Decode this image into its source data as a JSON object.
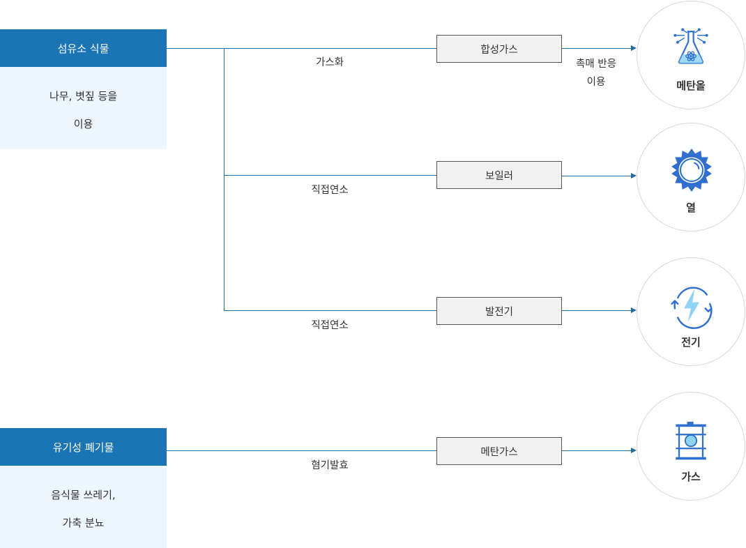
{
  "sources": [
    {
      "title": "섬유소 식물",
      "lines": [
        "나무, 볏짚 등을",
        "이용"
      ]
    },
    {
      "title": "유기성 폐기물",
      "lines": [
        "음식물 쓰레기,",
        "가축 분뇨"
      ]
    }
  ],
  "processes": [
    {
      "label": "합성가스",
      "edge_label": "가스화"
    },
    {
      "label": "보일러",
      "edge_label": "직접연소"
    },
    {
      "label": "발전기",
      "edge_label": "직접연소"
    },
    {
      "label": "메탄가스",
      "edge_label": "혐기발효"
    }
  ],
  "catalyst_label": [
    "촉매 반응",
    "이용"
  ],
  "products": [
    {
      "label": "메탄올",
      "icon": "flask-atom-icon"
    },
    {
      "label": "열",
      "icon": "sun-heat-icon"
    },
    {
      "label": "전기",
      "icon": "lightning-cycle-icon"
    },
    {
      "label": "가스",
      "icon": "gas-barrel-icon"
    }
  ],
  "colors": {
    "header_blue": "#1b75b4",
    "light_blue_bg": "#eef6fd",
    "line_blue": "#1f6da3",
    "icon_blue": "#2f6fd0",
    "icon_light_blue": "#8fd3f5"
  }
}
